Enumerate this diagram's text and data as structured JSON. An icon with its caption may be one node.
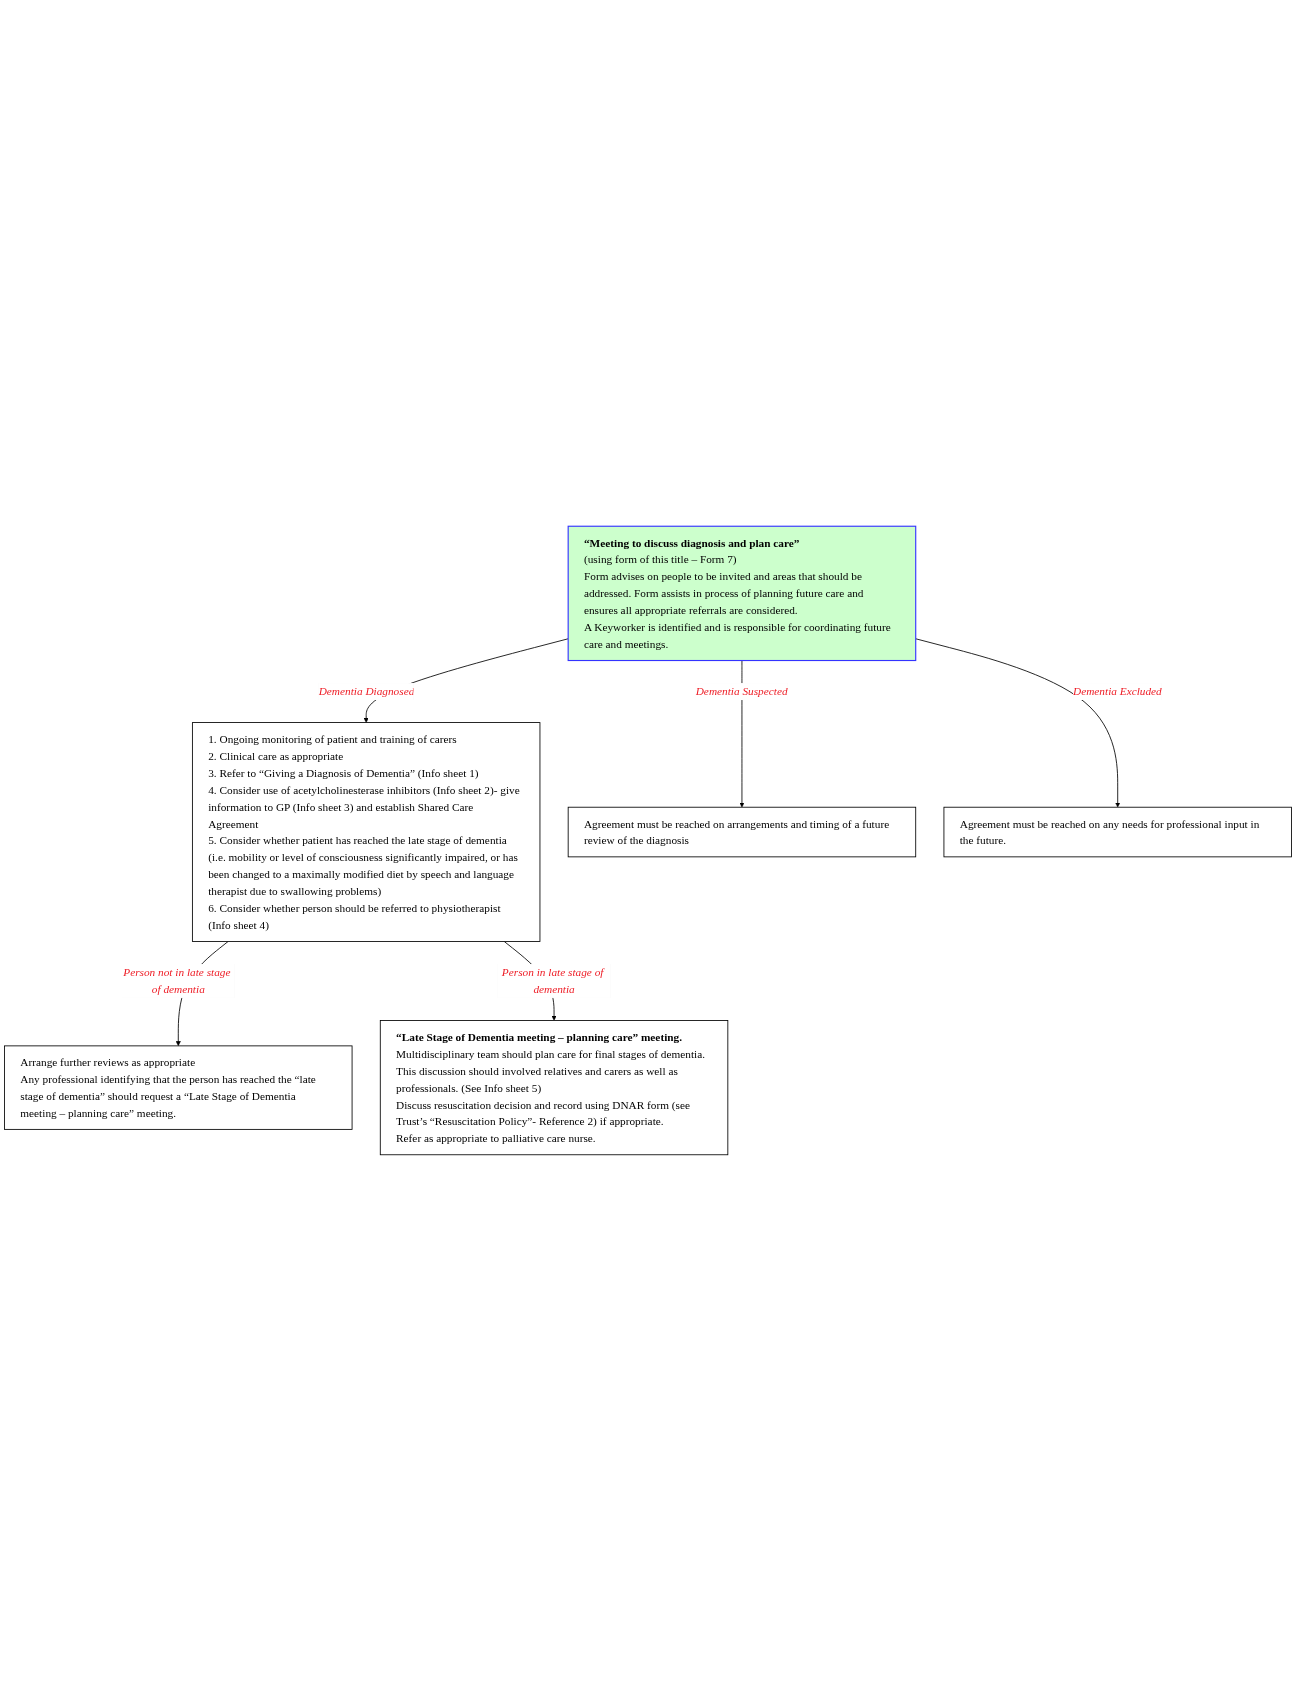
{
  "diagram": {
    "nodes": [
      {
        "text": [
          "“Meeting to discuss diagnosis and plan care”",
          "(using form of this title – Form 7)",
          "Form advises on people to be invited and areas that should be addressed. Form assists in process of planning future care and ensures all appropriate referrals are considered.",
          "A Keyworker is identified and is responsible for coordinating future care and meetings."
        ]
      },
      {
        "text": [
          "Agreement must be reached on arrangements and timing of a future review of the diagnosis"
        ]
      },
      {
        "text": [
          "Agreement must be reached on any needs for professional input in the future."
        ]
      },
      {
        "text": [
          "1. Ongoing monitoring of patient and training of carers",
          "2. Clinical care as appropriate",
          "3. Refer to “Giving a Diagnosis of Dementia” (Info sheet 1)",
          "4. Consider use of acetylcholinesterase inhibitors (Info sheet 2)- give information to GP (Info sheet 3) and establish Shared Care Agreement",
          "5. Consider whether patient has reached the late stage of dementia (i.e. mobility or level of consciousness significantly impaired, or has been changed to a maximally modified diet by speech and language therapist due to swallowing problems)",
          "6. Consider whether person should be referred to physiotherapist (Info sheet 4)"
        ]
      },
      {
        "text": [
          "Arrange further reviews as appropriate",
          "Any professional identifying that the person has reached the “late stage of dementia” should request a “Late Stage of Dementia meeting – planning care” meeting."
        ]
      },
      {
        "text": [
          "“Late Stage of Dementia meeting – planning care” meeting.",
          "Multidisciplinary team should plan care for final stages of dementia. This discussion should involved relatives and carers as well as professionals. (See Info sheet 5)",
          "Discuss resuscitation decision and record using DNAR form (see Trust’s “Resuscitation Policy”- Reference 2) if appropriate.",
          "Refer as appropriate to palliative care nurse."
        ]
      }
    ],
    "edges": [
      {
        "from": 0,
        "to": 3,
        "arrow": "to",
        "label": "Dementia Diagnosed"
      },
      {
        "from": 0,
        "to": 1,
        "arrow": "to",
        "label": "Dementia Suspected"
      },
      {
        "from": 0,
        "to": 2,
        "arrow": "to",
        "label": "Dementia Excluded"
      },
      {
        "from": 3,
        "to": 4,
        "arrow": "to",
        "label": "Person not in late stage of dementia"
      },
      {
        "from": 3,
        "to": 5,
        "arrow": "to",
        "label": "Person in late stage of dementia"
      }
    ]
  }
}
